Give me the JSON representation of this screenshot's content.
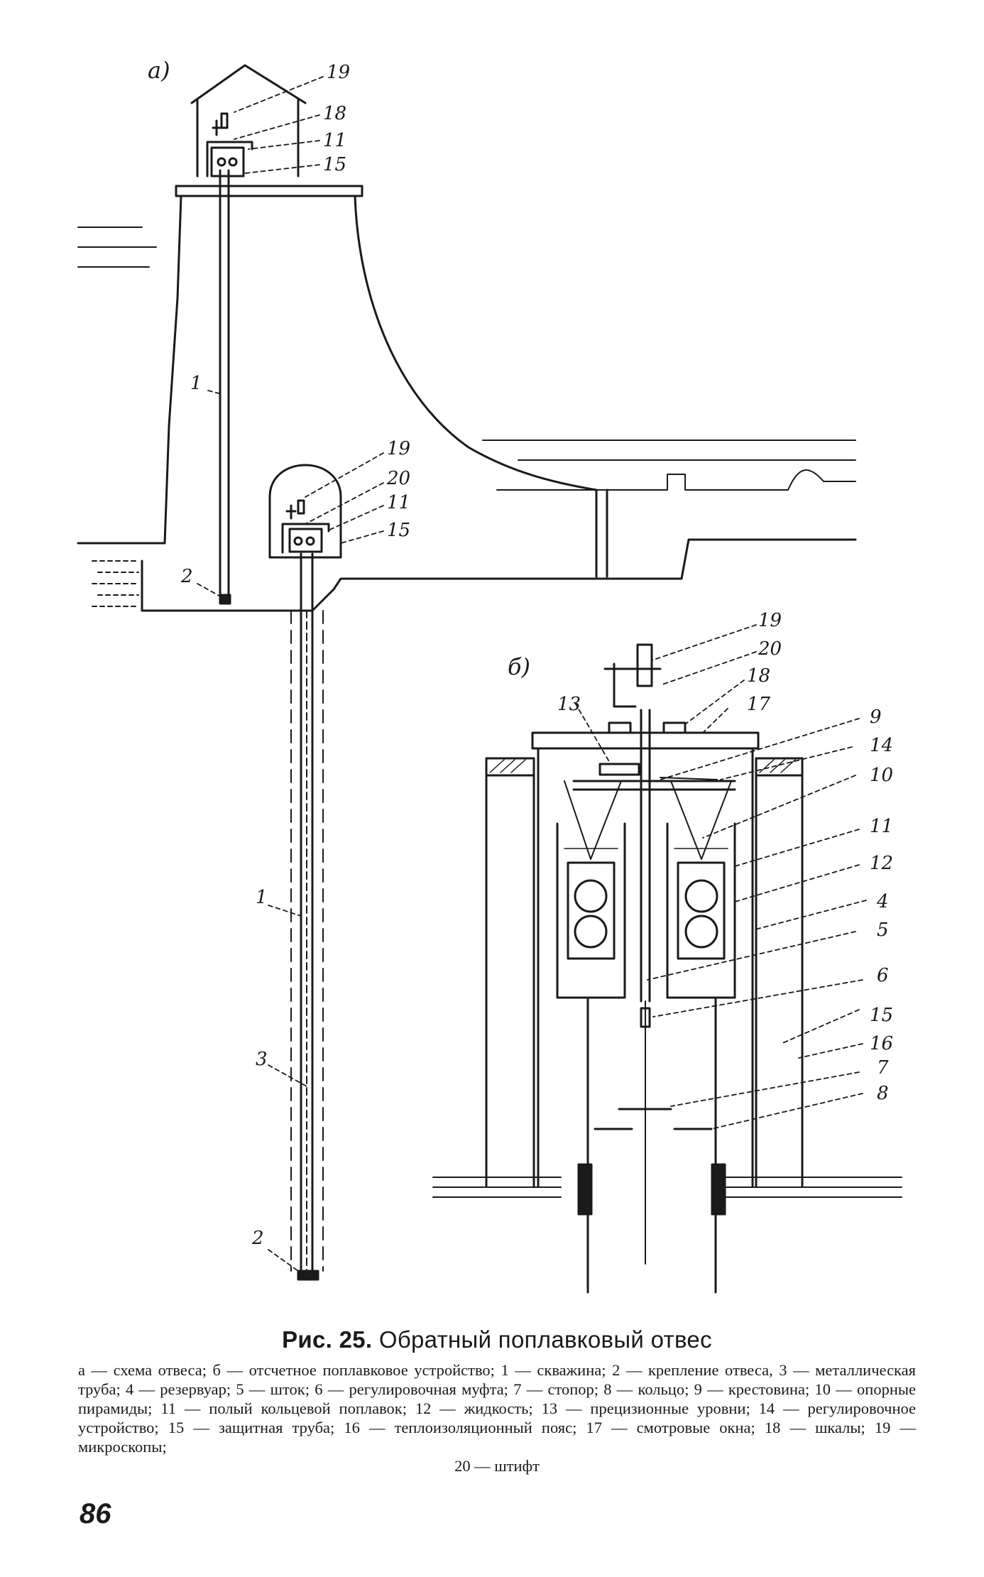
{
  "figure": {
    "panel_a_label": "а)",
    "panel_b_label": "б)",
    "panel_a_callouts": [
      "19",
      "18",
      "11",
      "15",
      "1",
      "19",
      "20",
      "11",
      "15",
      "2",
      "1",
      "3",
      "2"
    ],
    "panel_b_callouts": [
      "19",
      "20",
      "18",
      "17",
      "13",
      "9",
      "14",
      "10",
      "11",
      "12",
      "4",
      "5",
      "6",
      "15",
      "16",
      "7",
      "8"
    ]
  },
  "caption": {
    "title_number": "Рис. 25.",
    "title_text": "Обратный поплавковый отвес",
    "body": "а — схема отвеса; б — отсчетное поплавковое устройство; 1 — скважина; 2 — крепление отвеса, 3 — металлическая труба; 4 — резервуар; 5 — шток; 6 — регулировочная муфта; 7 — стопор; 8 — кольцо; 9 — крестовина; 10 — опорные пирамиды; 11 — полый кольцевой поплавок; 12 — жидкость; 13 — прецизионные уровни; 14 — регулировочное устройство; 15 — защитная труба; 16 — теплоизоляционный пояс; 17 — смотровые окна; 18 — шкалы; 19 — микроскопы;",
    "body_last": "20 — штифт"
  },
  "page_number": "86"
}
